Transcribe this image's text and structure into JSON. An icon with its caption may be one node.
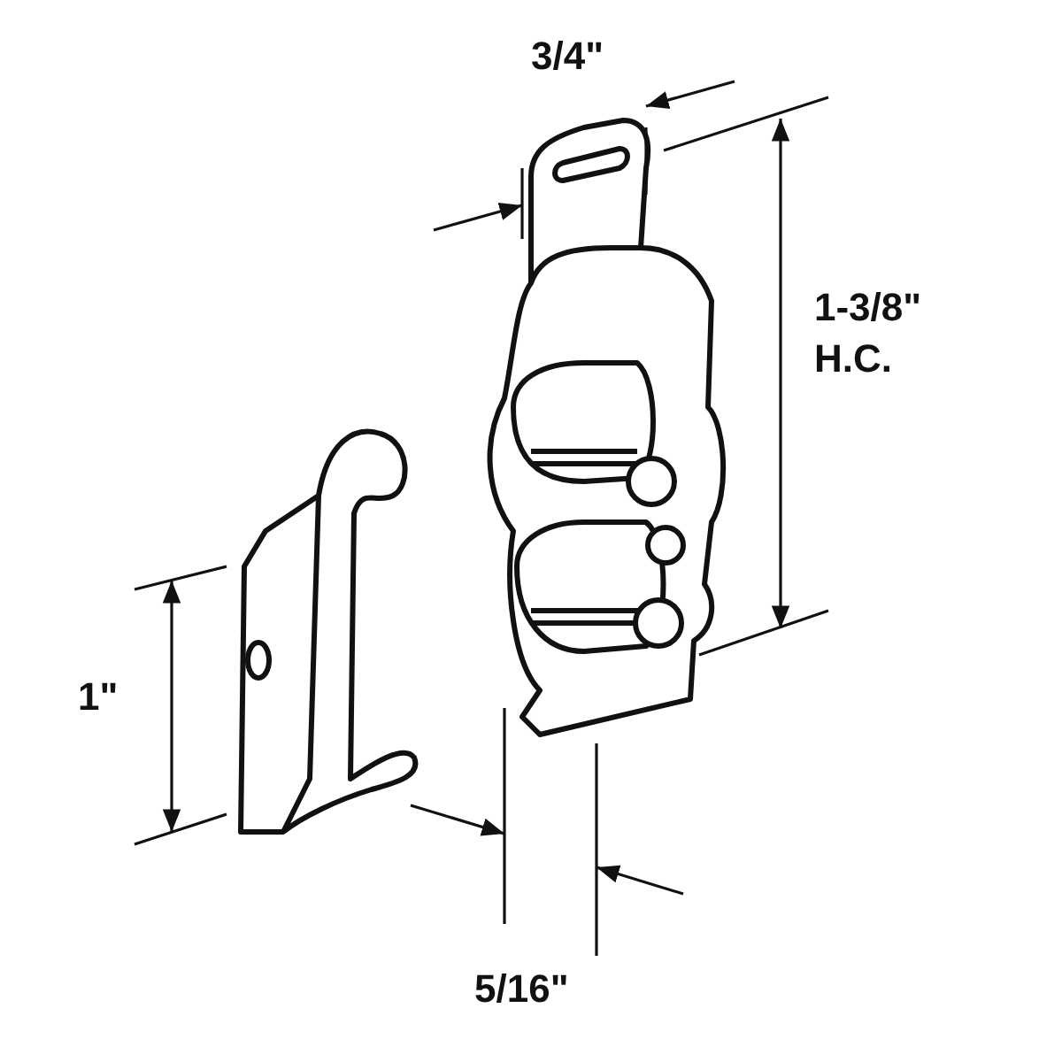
{
  "diagram": {
    "labels": [
      "3/4\"",
      "1-3/8\" H.C.",
      "1\"",
      "5/16\""
    ]
  }
}
